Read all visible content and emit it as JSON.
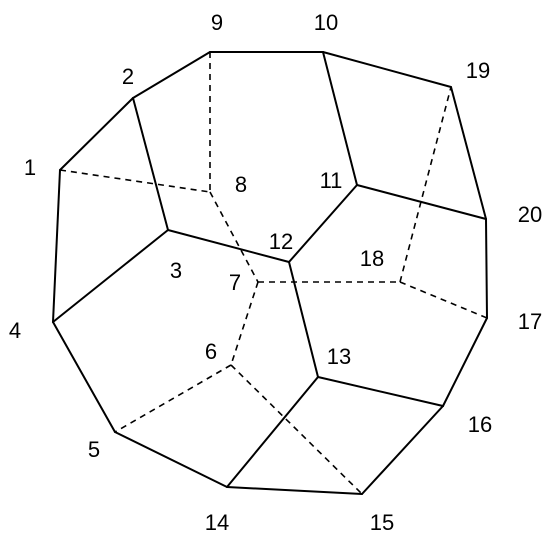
{
  "diagram": {
    "vertices": [
      {
        "id": "v1",
        "label": "1"
      },
      {
        "id": "v2",
        "label": "2"
      },
      {
        "id": "v3",
        "label": "3"
      },
      {
        "id": "v4",
        "label": "4"
      },
      {
        "id": "v5",
        "label": "5"
      },
      {
        "id": "v6",
        "label": "6"
      },
      {
        "id": "v7",
        "label": "7"
      },
      {
        "id": "v8",
        "label": "8"
      },
      {
        "id": "v9",
        "label": "9"
      },
      {
        "id": "v10",
        "label": "10"
      },
      {
        "id": "v11",
        "label": "11"
      },
      {
        "id": "v12",
        "label": "12"
      },
      {
        "id": "v13",
        "label": "13"
      },
      {
        "id": "v14",
        "label": "14"
      },
      {
        "id": "v15",
        "label": "15"
      },
      {
        "id": "v16",
        "label": "16"
      },
      {
        "id": "v17",
        "label": "17"
      },
      {
        "id": "v18",
        "label": "18"
      },
      {
        "id": "v19",
        "label": "19"
      },
      {
        "id": "v20",
        "label": "20"
      }
    ],
    "edges": [
      {
        "from": "1",
        "to": "2",
        "style": "solid"
      },
      {
        "from": "2",
        "to": "9",
        "style": "solid"
      },
      {
        "from": "9",
        "to": "10",
        "style": "solid"
      },
      {
        "from": "10",
        "to": "19",
        "style": "solid"
      },
      {
        "from": "19",
        "to": "20",
        "style": "solid"
      },
      {
        "from": "20",
        "to": "17",
        "style": "solid"
      },
      {
        "from": "17",
        "to": "16",
        "style": "solid"
      },
      {
        "from": "16",
        "to": "15",
        "style": "solid"
      },
      {
        "from": "15",
        "to": "14",
        "style": "solid"
      },
      {
        "from": "14",
        "to": "5",
        "style": "solid"
      },
      {
        "from": "5",
        "to": "4",
        "style": "solid"
      },
      {
        "from": "4",
        "to": "1",
        "style": "solid"
      },
      {
        "from": "2",
        "to": "3",
        "style": "solid"
      },
      {
        "from": "3",
        "to": "4",
        "style": "solid"
      },
      {
        "from": "3",
        "to": "12",
        "style": "solid"
      },
      {
        "from": "10",
        "to": "11",
        "style": "solid"
      },
      {
        "from": "11",
        "to": "12",
        "style": "solid"
      },
      {
        "from": "11",
        "to": "20",
        "style": "solid"
      },
      {
        "from": "12",
        "to": "13",
        "style": "solid"
      },
      {
        "from": "13",
        "to": "16",
        "style": "solid"
      },
      {
        "from": "13",
        "to": "14",
        "style": "solid"
      },
      {
        "from": "1",
        "to": "8",
        "style": "dashed"
      },
      {
        "from": "9",
        "to": "8",
        "style": "dashed"
      },
      {
        "from": "8",
        "to": "7",
        "style": "dashed"
      },
      {
        "from": "7",
        "to": "18",
        "style": "dashed"
      },
      {
        "from": "7",
        "to": "6",
        "style": "dashed"
      },
      {
        "from": "6",
        "to": "5",
        "style": "dashed"
      },
      {
        "from": "6",
        "to": "15",
        "style": "dashed"
      },
      {
        "from": "18",
        "to": "19",
        "style": "dashed"
      },
      {
        "from": "18",
        "to": "17",
        "style": "dashed"
      }
    ]
  }
}
